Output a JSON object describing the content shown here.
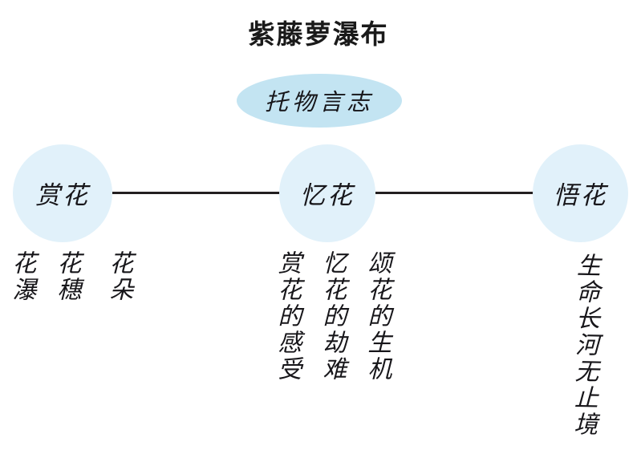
{
  "title": "紫藤萝瀑布",
  "colors": {
    "theme_ellipse_fill": "#c3e4f2",
    "node_circle_fill": "#e1f1fa",
    "connector_line": "#231f20",
    "text": "#17161a",
    "background": "#ffffff"
  },
  "theme": {
    "label": "托物言志"
  },
  "nodes": [
    {
      "key": "appreciate",
      "label": "赏花"
    },
    {
      "key": "recall",
      "label": "忆花"
    },
    {
      "key": "realize",
      "label": "悟花"
    }
  ],
  "details": {
    "appreciate": [
      {
        "key": "flower_blossom",
        "label": "花朵"
      },
      {
        "key": "flower_spike",
        "label": "花穗"
      },
      {
        "key": "flower_fall",
        "label": "花瀑"
      }
    ],
    "recall": [
      {
        "key": "feeling",
        "label": "赏花的感受"
      },
      {
        "key": "ordeal",
        "label": "忆花的劫难"
      },
      {
        "key": "vitality",
        "label": "颂花的生机"
      }
    ],
    "realize": [
      {
        "key": "eternal",
        "label": "生命长河无止境"
      }
    ]
  },
  "connectors": [
    {
      "key": "left",
      "from": "appreciate",
      "to": "recall"
    },
    {
      "key": "right",
      "from": "recall",
      "to": "realize"
    }
  ]
}
